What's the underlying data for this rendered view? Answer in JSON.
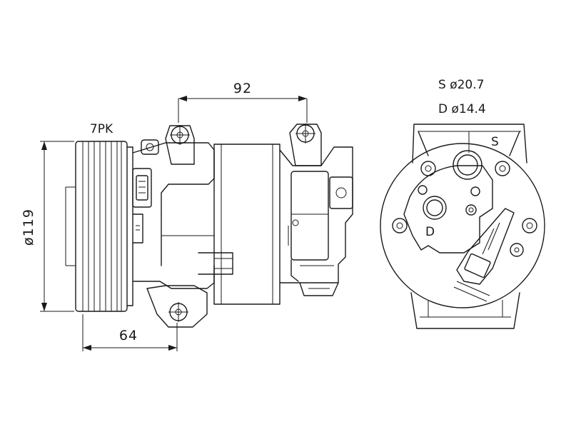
{
  "colors": {
    "line": "#1a1a1a",
    "background": "#ffffff"
  },
  "labels": {
    "belt": "7PK",
    "pulley_diameter": "ø119",
    "width_top": "92",
    "width_bottom": "64",
    "suction_spec": "S  ø20.7",
    "discharge_spec": "D  ø14.4",
    "suction_port": "S",
    "discharge_port": "D"
  }
}
